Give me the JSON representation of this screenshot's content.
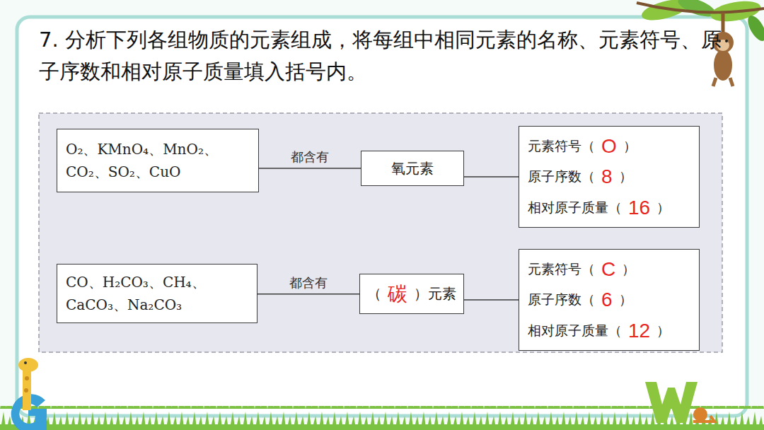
{
  "diagram": {
    "title": "7. 分析下列各组物质的元素组成，将每组中相同元素的名称、元素符号、原子序数和相对原子质量填入括号内。",
    "nodes": [
      {
        "text": [
          "O₂、KMnO₄、MnO₂、CO₂、SO₂、CuO"
        ]
      },
      {
        "text": [
          "氧元素"
        ]
      },
      {
        "text": [
          "元素符号（",
          "O",
          "）",
          "原子序数（",
          "8",
          "）",
          "相对原子质量（",
          "16",
          "）"
        ]
      },
      {
        "text": [
          "CO、H₂CO₃、CH₄、CaCO₃、Na₂CO₃"
        ]
      },
      {
        "text": [
          "（",
          "碳",
          "）元素"
        ]
      },
      {
        "text": [
          "元素符号（",
          "C",
          "）",
          "原子序数（",
          "6",
          "）",
          "相对原子质量（",
          "12",
          "）"
        ]
      }
    ],
    "edges": [
      {
        "from": 0,
        "to": 1,
        "arrow": "none",
        "label": "都含有"
      },
      {
        "from": 1,
        "to": 2,
        "arrow": "none"
      },
      {
        "from": 3,
        "to": 4,
        "arrow": "none",
        "label": "都含有"
      },
      {
        "from": 4,
        "to": 5,
        "arrow": "none"
      }
    ]
  }
}
